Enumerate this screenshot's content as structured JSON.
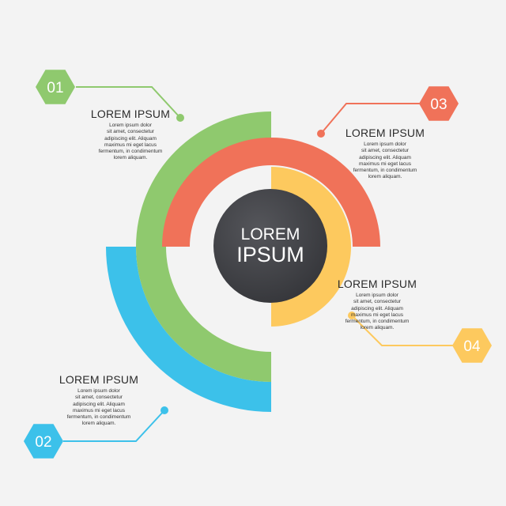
{
  "center": {
    "line1": "LOREM",
    "line2": "IPSUM"
  },
  "colors": {
    "green": "#8fc96e",
    "red": "#f07259",
    "yellow": "#fdc95e",
    "blue": "#3cc1ea",
    "center": "#3f4044",
    "background": "#f3f3f3"
  },
  "steps": [
    {
      "id": "01",
      "color": "green",
      "title": "LOREM IPSUM",
      "lines": [
        "Lorem ipsum dolor",
        "sit amet, consectetur",
        "adipiscing elit. Aliquam",
        "maximus mi eget lacus",
        "fermentum,  in condimentum",
        "lorem aliquam."
      ]
    },
    {
      "id": "02",
      "color": "blue",
      "title": "LOREM IPSUM",
      "lines": [
        "Lorem ipsum dolor",
        "sit amet, consectetur",
        "adipiscing elit. Aliquam",
        "maximus mi eget lacus",
        "fermentum,  in condimentum",
        "lorem aliquam."
      ]
    },
    {
      "id": "03",
      "color": "red",
      "title": "LOREM IPSUM",
      "lines": [
        "Lorem ipsum dolor",
        "sit amet, consectetur",
        "adipiscing elit. Aliquam",
        "maximus mi eget lacus",
        "fermentum,  in condimentum",
        "lorem aliquam."
      ]
    },
    {
      "id": "04",
      "color": "yellow",
      "title": "LOREM IPSUM",
      "lines": [
        "Lorem ipsum dolor",
        "sit amet, consectetur",
        "adipiscing elit. Aliquam",
        "maximus mi eget lacus",
        "fermentum,  in condimentum",
        "lorem aliquam."
      ]
    }
  ]
}
